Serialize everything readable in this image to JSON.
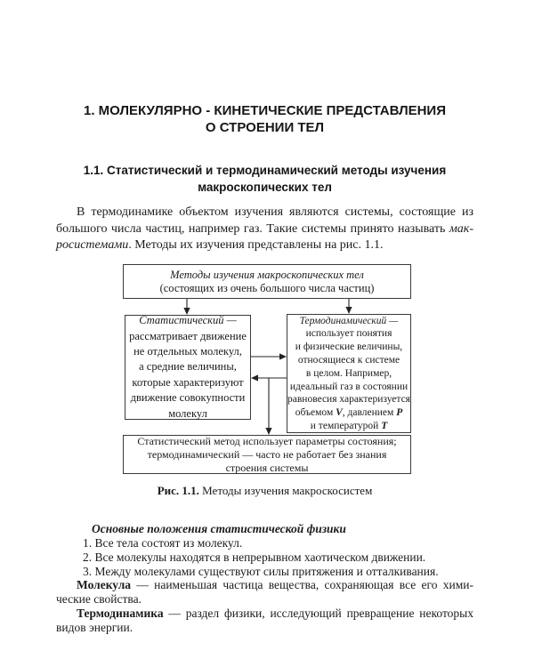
{
  "page": {
    "chapter_title_line1": "1. МОЛЕКУЛЯРНО - КИНЕТИЧЕСКИЕ ПРЕДСТАВЛЕНИЯ",
    "chapter_title_line2": "О СТРОЕНИИ ТЕЛ",
    "section_title_line1": "1.1. Статистический и термодинамический методы изучения",
    "section_title_line2": "макроскопических тел"
  },
  "intro": {
    "line1": "В термодинамике объектом изучения являются системы, состоящие из",
    "line2_pre": "большого числа частиц, например газ. Такие системы принято называть ",
    "line2_italic": "мак-",
    "line3_italic": "росистемами",
    "line3_rest": ". Методы их изучения представлены на рис. 1.1."
  },
  "diagram": {
    "top_box": {
      "title": "Методы изучения макроскопических тел",
      "subtitle": "(состоящих из очень большого числа частиц)"
    },
    "left_box": {
      "title": "Статистический —",
      "lines": [
        "рассматривает движение",
        "не отдельных молекул,",
        "а средние величины,",
        "которые характеризуют",
        "движение совокупности",
        "молекул"
      ]
    },
    "right_box": {
      "title": "Термодинамический —",
      "lines": [
        "использует понятия",
        "и физические величины,",
        "относящиеся к системе",
        "в целом. Например,",
        "идеальный газ в состоянии",
        "равновесия характеризуется"
      ],
      "vol_pre": "объемом ",
      "vol_sym": "V",
      "press_pre": ", давлением ",
      "press_sym": "P",
      "temp_pre": "и температурой ",
      "temp_sym": "T"
    },
    "bottom_box": {
      "lines": [
        "Статистический метод использует параметры состояния;",
        "термодинамический — часто не работает без знания",
        "строения системы"
      ]
    },
    "caption_bold": "Рис. 1.1.",
    "caption_text": " Методы изучения макроскосистем"
  },
  "statements": {
    "heading": "Основные положения статистической физики",
    "items": [
      "1. Все тела состоят из молекул.",
      "2. Все молекулы находятся в непрерывном хаотическом движении.",
      "3. Между молекулами существуют силы притяжения и отталкивания."
    ],
    "molecule_term": "Молекула",
    "molecule_line1_rest": " — наименьшая частица вещества, сохраняющая все его хими-",
    "molecule_line2": "ческие свойства.",
    "thermo_term": "Термодинамика",
    "thermo_line1_rest": " — раздел физики, исследующий превращение некоторых",
    "thermo_line2": "видов энергии."
  }
}
